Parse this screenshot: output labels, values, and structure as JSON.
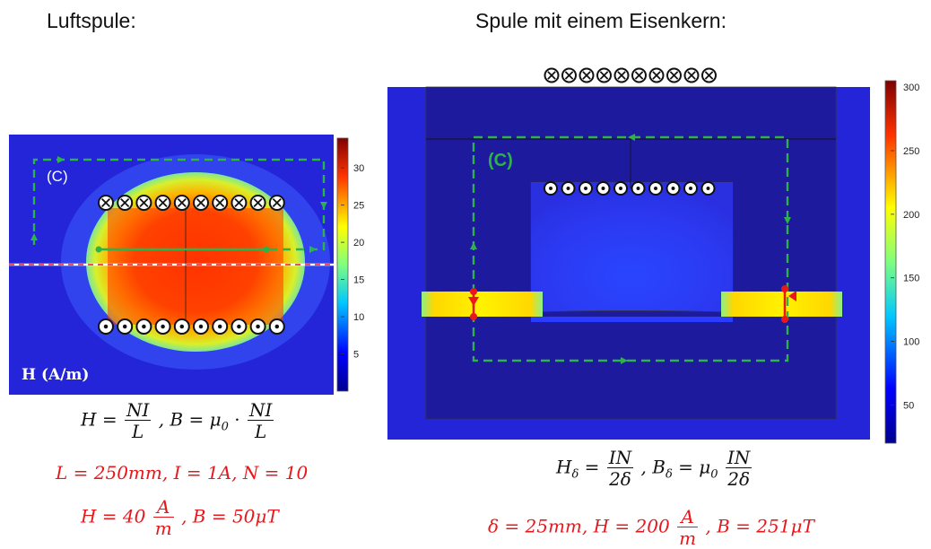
{
  "left_title": "Luftspule:",
  "right_title": "Spule mit einem Eisenkern:",
  "left_plot": {
    "contour_label": "(C)",
    "field_label": "H (A/m)",
    "colorbar_ticks": [
      "30",
      "25",
      "20",
      "15",
      "10",
      "5"
    ]
  },
  "right_plot": {
    "contour_label": "(C)",
    "colorbar_ticks": [
      "300",
      "250",
      "200",
      "150",
      "100",
      "50"
    ]
  },
  "left_formula": {
    "H": "H",
    "eq1": "=",
    "NI": "NI",
    "L": "L",
    "B": ", B",
    "eq2": "=",
    "mu0": "μ",
    "mu0_sub": "0",
    "dot": "·",
    "NI2": "NI",
    "L2": "L"
  },
  "left_params": "L = 250mm, I = 1A, N = 10",
  "left_result": {
    "H": "H = 40",
    "A": "A",
    "m": "m",
    "B": ", B = 50μT"
  },
  "right_formula": {
    "H": "H",
    "H_sub": "δ",
    "eq1": "=",
    "IN": "IN",
    "den": "2δ",
    "B": ", B",
    "B_sub": "δ",
    "eq2": "=",
    "mu0": "μ",
    "mu0_sub": "0",
    "IN2": "IN",
    "den2": "2δ"
  },
  "right_result": {
    "text": "δ = 25mm, H = 200",
    "A": "A",
    "m": "m",
    "B": ", B = 251μT"
  },
  "colors": {
    "green_contour": "#2db34a",
    "red_marker": "#e8171b",
    "formula_red": "#e8171b"
  }
}
